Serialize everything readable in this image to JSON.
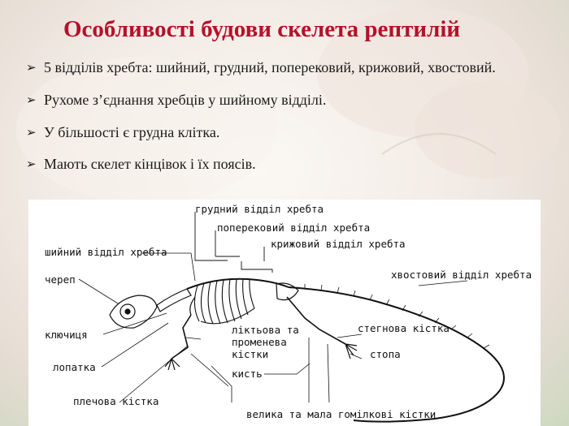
{
  "slide": {
    "title": "Особливості будови скелета рептилій",
    "bullets": [
      "5 відділів хребта: шийний, грудний, поперековий, крижовий, хвостовий.",
      "Рухоме з’єднання хребців у шийному відділі.",
      "У більшості є грудна клітка.",
      "Мають скелет кінцівок і їх поясів."
    ],
    "bullet_icon": "arrowhead-bullet-icon"
  },
  "diagram": {
    "labels": {
      "thoracic": "грудний відділ хребта",
      "lumbar": "поперековий відділ хребта",
      "sacral": "крижовий відділ хребта",
      "cervical": "шийний відділ хребта",
      "skull": "череп",
      "tail": "хвостовий відділ хребта",
      "clavicle": "ключиця",
      "ulna1": "ліктьова та",
      "ulna2": "променева",
      "ulna3": "кістки",
      "femur": "стегнова кістка",
      "scapula": "лопатка",
      "foot": "стопа",
      "hand": "кисть",
      "humerus": "плечова кістка",
      "tibia": "велика та мала гомілкові кістки"
    }
  }
}
